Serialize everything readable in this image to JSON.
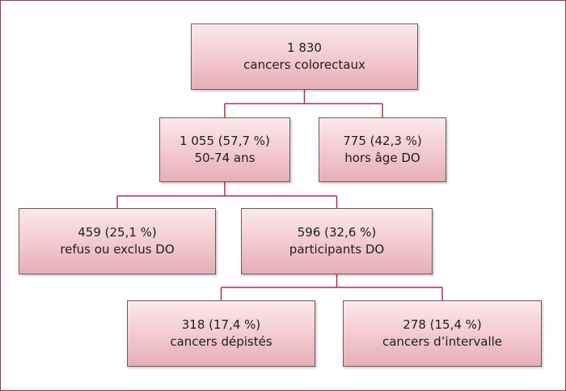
{
  "diagram": {
    "total": {
      "count": "1 830",
      "label": "cancers colorectaux"
    },
    "age_50_74": {
      "count": "1 055 (57,7 %)",
      "label": "50-74 ans"
    },
    "hors_age": {
      "count": "775 (42,3 %)",
      "label": "hors âge DO"
    },
    "refus": {
      "count": "459 (25,1 %)",
      "label": "refus ou exclus DO"
    },
    "participants": {
      "count": "596 (32,6 %)",
      "label": "participants DO"
    },
    "depistes": {
      "count": "318 (17,4 %)",
      "label": "cancers dépistés"
    },
    "intervalle": {
      "count": "278 (15,4 %)",
      "label": "cancers d’intervalle"
    }
  },
  "colors": {
    "border_accent": "#a8324e",
    "box_fill_top": "#fbe9ec",
    "box_fill_bottom": "#e7aeb7",
    "box_border": "#6b5a5e",
    "text": "#1e1e1e"
  }
}
